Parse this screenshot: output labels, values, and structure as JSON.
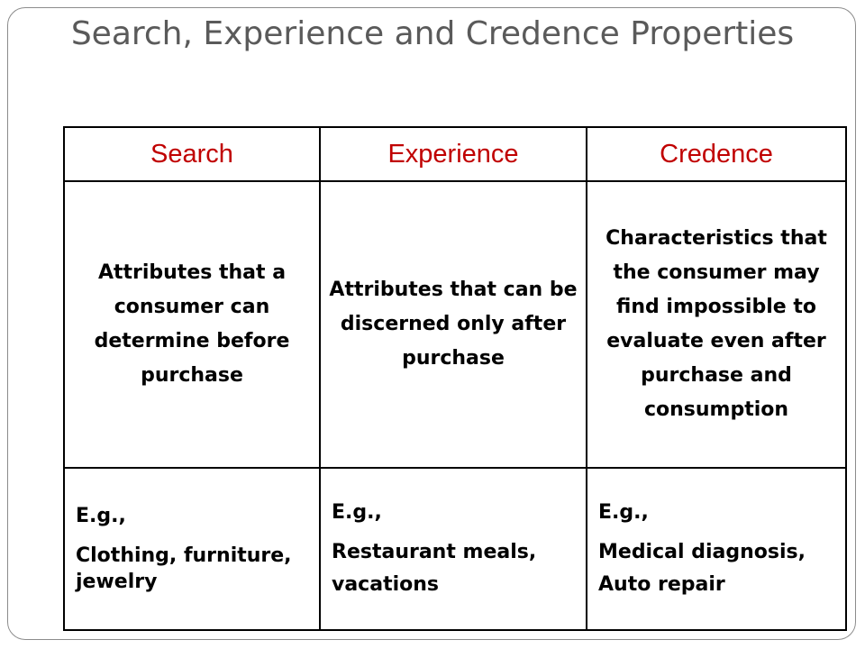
{
  "title": "Search, Experience and Credence Properties",
  "table": {
    "headers": [
      "Search",
      "Experience",
      "Credence"
    ],
    "descriptions": [
      "Attributes that a consumer can determine before purchase",
      "Attributes that can be discerned only after purchase",
      "Characteristics that the consumer may find impossible to evaluate even after purchase and consumption"
    ],
    "examples": [
      {
        "lead": "E.g.,",
        "lines": [
          "Clothing, furniture, jewelry"
        ]
      },
      {
        "lead": "E.g.,",
        "lines": [
          "Restaurant meals,",
          "vacations"
        ]
      },
      {
        "lead": "E.g.,",
        "lines": [
          "Medical diagnosis,",
          "Auto repair"
        ]
      }
    ]
  },
  "colors": {
    "header_text": "#c00000",
    "title_text": "#5a5a5a",
    "border": "#000000",
    "frame": "#8c8c8c"
  }
}
